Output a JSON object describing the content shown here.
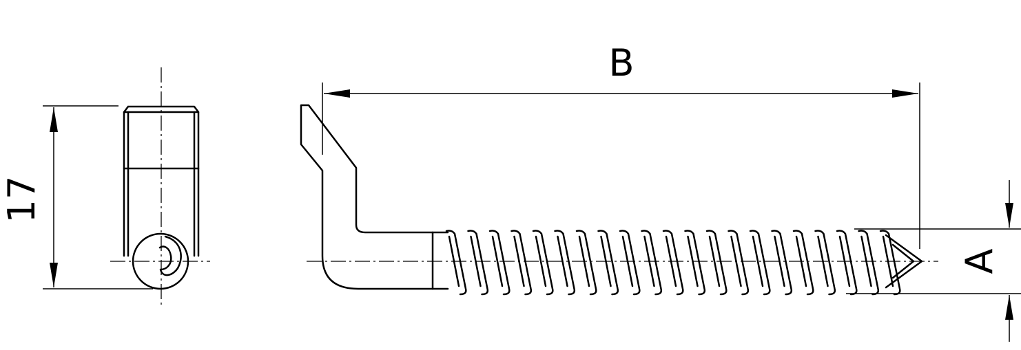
{
  "dimensions": {
    "height_label": "17",
    "length_label": "B",
    "diameter_label": "A"
  },
  "colors": {
    "line": "#000000",
    "background": "#ffffff"
  }
}
